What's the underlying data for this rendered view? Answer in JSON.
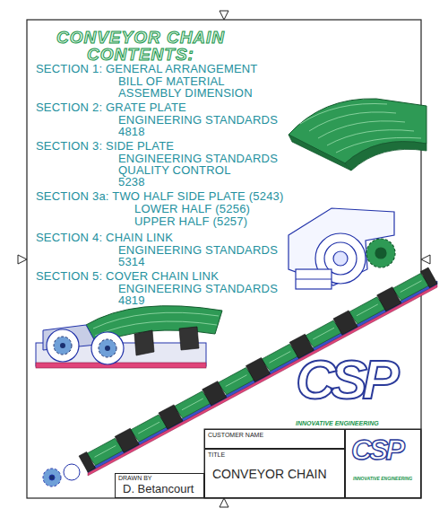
{
  "diagram": {
    "title": "CONVEYOR CHAIN CONTENTS:",
    "nodes": [
      {
        "text": [
          "CUSTOMER NAME"
        ]
      },
      {
        "text": [
          "TITLE",
          "CONVEYOR CHAIN"
        ]
      },
      {
        "text": [
          "CSP",
          "INNOVATIVE ENGINEERING"
        ]
      },
      {
        "text": [
          "DRAWN BY",
          "D. Betancourt"
        ]
      }
    ],
    "labels": [
      "SECTION 1: GENERAL ARRANGEMENT",
      "BILL OF MATERIAL",
      "ASSEMBLY DIMENSION",
      "SECTION 2: GRATE PLATE",
      "ENGINEERING STANDARDS",
      "4818",
      "SECTION 3: SIDE PLATE",
      "ENGINEERING STANDARDS",
      "QUALITY CONTROL",
      "5238",
      "SECTION 3a: TWO HALF SIDE PLATE (5243)",
      "LOWER HALF (5256)",
      "UPPER HALF (5257)",
      "SECTION 4: CHAIN LINK",
      "ENGINEERING STANDARDS",
      "5314",
      "SECTION 5: COVER CHAIN LINK",
      "ENGINEERING STANDARDS",
      "4819",
      "CSP",
      "INNOVATIVE ENGINEERING"
    ]
  }
}
